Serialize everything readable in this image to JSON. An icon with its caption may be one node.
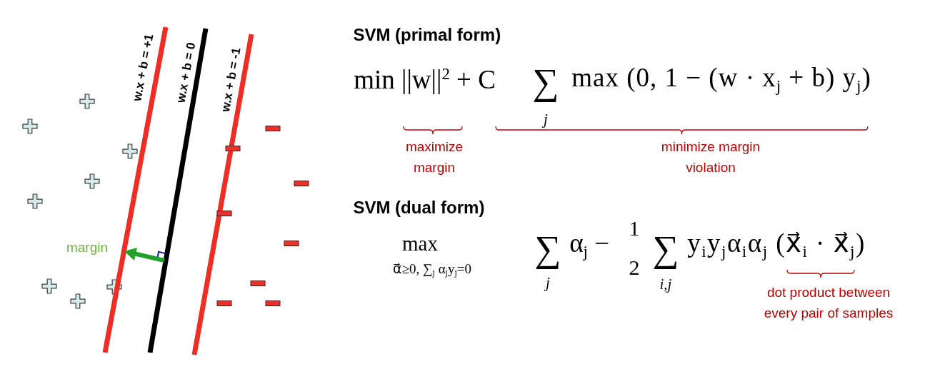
{
  "diagram": {
    "labels": [
      "w.x + b = +1",
      "w.x + b = 0",
      "w.x + b = -1",
      "margin",
      "SVM (primal form)",
      "min ||w||$^{2}$ + C",
      "∑",
      "j",
      "max (0, 1 − (w · x$_{j}$ + b) y$_{j}$)",
      "maximize margin",
      "minimize margin violation",
      "SVM (dual form)",
      "max",
      "α⃗≥0, ∑$_{j}$ α$_{j}$y$_{j}$=0",
      "∑",
      "j",
      "α$_{j}$ −",
      "1",
      "2",
      "∑",
      "i,j",
      "y$_{i}$y$_{j}$α$_{i}$α$_{j}$ (x⃗$_{i}$ · x⃗$_{j}$)",
      "dot product between every pair of samples"
    ]
  }
}
